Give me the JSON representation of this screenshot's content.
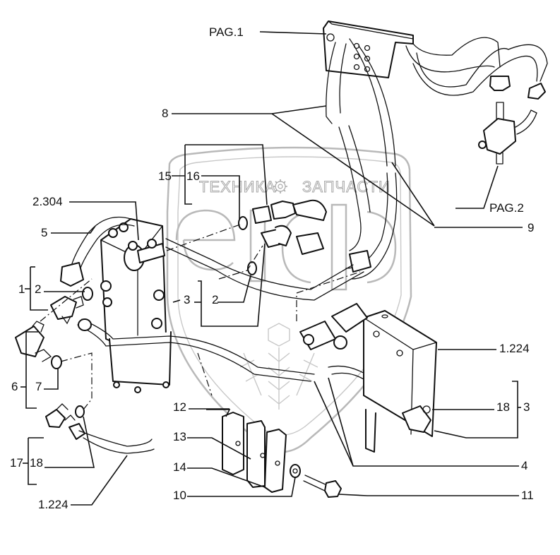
{
  "diagram": {
    "title": "Hydraulic lines exploded parts view",
    "watermark": {
      "left_text": "ТЕХНИКА",
      "right_text": "ЗАПЧАСТИ",
      "logo": "elф",
      "gear_icon": "gear-icon"
    },
    "callouts": {
      "pag1": "PAG.1",
      "pag2": "PAG.2",
      "c8": "8",
      "c9": "9",
      "c15": "15",
      "c16": "16",
      "c2304": "2.304",
      "c5": "5",
      "c1": "1",
      "c2_left": "2",
      "c3_mid": "3",
      "c2_mid": "2",
      "c6": "6",
      "c7": "7",
      "c1224_right": "1.224",
      "c18_right": "18",
      "c3_right": "3",
      "c12": "12",
      "c13": "13",
      "c14": "14",
      "c10": "10",
      "c4": "4",
      "c11": "11",
      "c17": "17",
      "c18_left": "18",
      "c1224_left": "1.224"
    }
  }
}
